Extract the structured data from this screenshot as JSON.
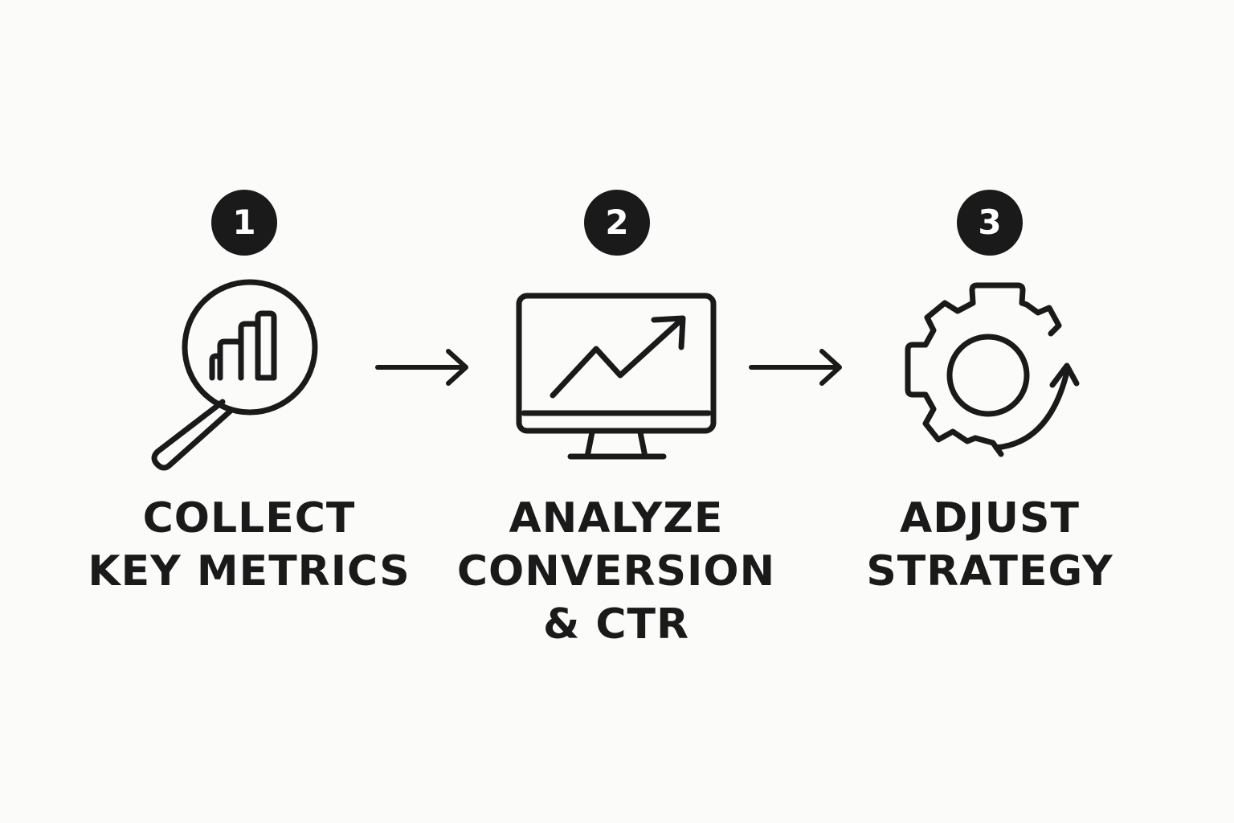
{
  "colors": {
    "background": "#fbfbf9",
    "ink": "#1a1a1a",
    "badge_text": "#ffffff"
  },
  "steps": [
    {
      "number": "1",
      "icon": "magnifier-bar-chart-icon",
      "label_lines": [
        "COLLECT",
        "KEY METRICS"
      ]
    },
    {
      "number": "2",
      "icon": "monitor-trend-up-icon",
      "label_lines": [
        "ANALYZE",
        "CONVERSION",
        "& CTR"
      ]
    },
    {
      "number": "3",
      "icon": "gear-cycle-icon",
      "label_lines": [
        "ADJUST",
        "STRATEGY"
      ]
    }
  ],
  "connectors": [
    "arrow-right-icon",
    "arrow-right-icon"
  ]
}
